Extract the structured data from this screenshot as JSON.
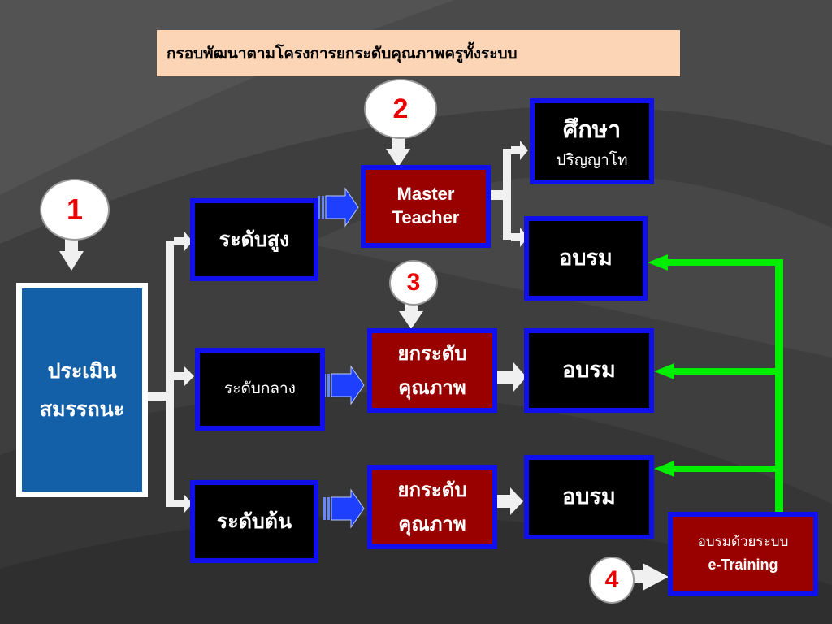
{
  "title": "กรอบพัฒนาตามโครงการยกระดับคุณภาพครูทั้งระบบ",
  "assess": {
    "line1": "ประเมิน",
    "line2": "สมรรถนะ"
  },
  "levels": {
    "high": "ระดับสูง",
    "mid": "ระดับกลาง",
    "low": "ระดับต้น"
  },
  "master_teacher": {
    "line1": "Master",
    "line2": "Teacher"
  },
  "upgrade_mid": {
    "line1": "ยกระดับ",
    "line2": "คุณภาพ"
  },
  "upgrade_low": {
    "line1": "ยกระดับ",
    "line2": "คุณภาพ"
  },
  "study": {
    "line1": "ศึกษา",
    "line2": "ปริญญาโท"
  },
  "train_top": "อบรม",
  "train_mid": "อบรม",
  "train_low": "อบรม",
  "etraining": {
    "line1": "อบรมด้วยระบบ",
    "line2": "e-Training"
  },
  "badges": {
    "b1": "1",
    "b2": "2",
    "b3": "3",
    "b4": "4"
  },
  "colors": {
    "connector": "#f0f0f0",
    "blue_arrow": "#1f3fff",
    "green_line": "#00ee00",
    "box_border": "#1010ee",
    "red_box": "#990000",
    "assess_box": "#1460a8",
    "title_bg": "#fbd5b5"
  }
}
